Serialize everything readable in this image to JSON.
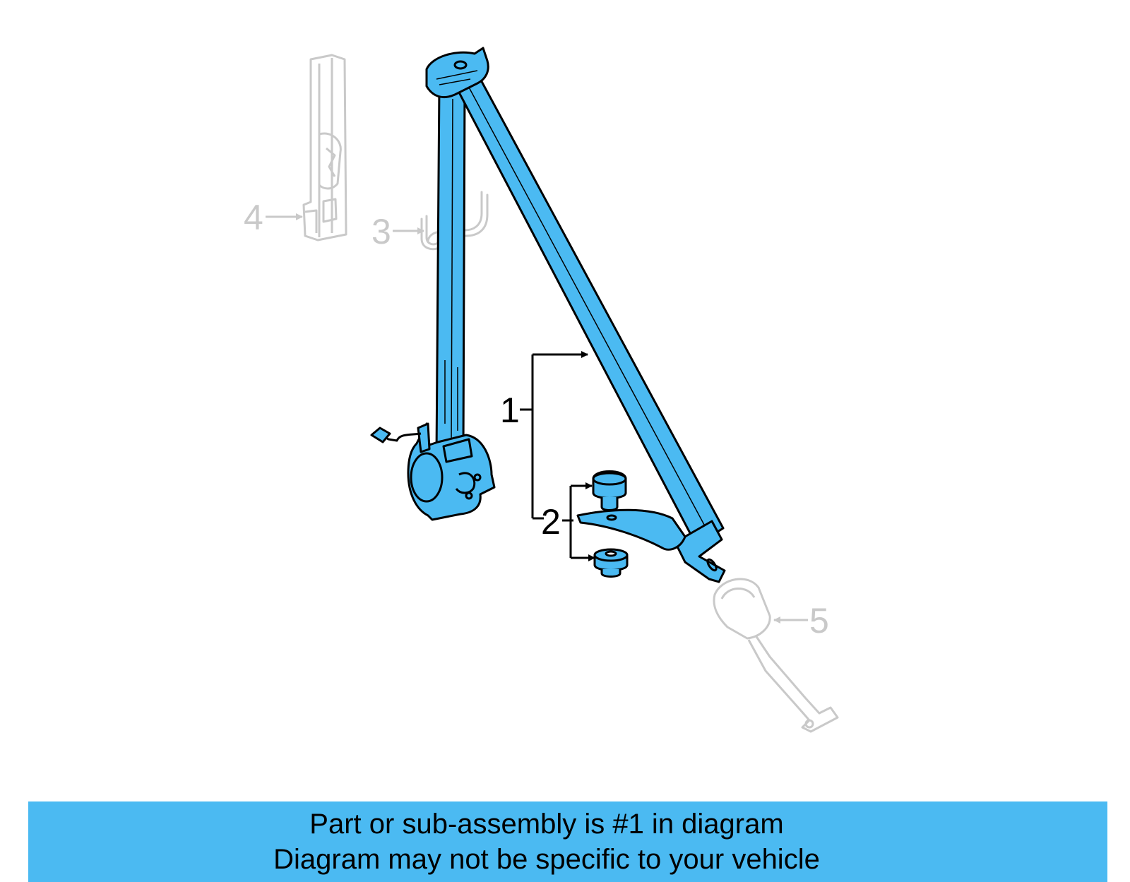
{
  "diagram": {
    "callouts": {
      "c1": "1",
      "c2": "2",
      "c3": "3",
      "c4": "4",
      "c5": "5"
    },
    "colors": {
      "highlight": "#4bbaf2",
      "outline": "#000000",
      "ghost": "#c9c9c9"
    }
  },
  "banner": {
    "line1": "Part or sub-assembly is #1 in diagram",
    "line2": "Diagram may not be specific to your vehicle"
  }
}
